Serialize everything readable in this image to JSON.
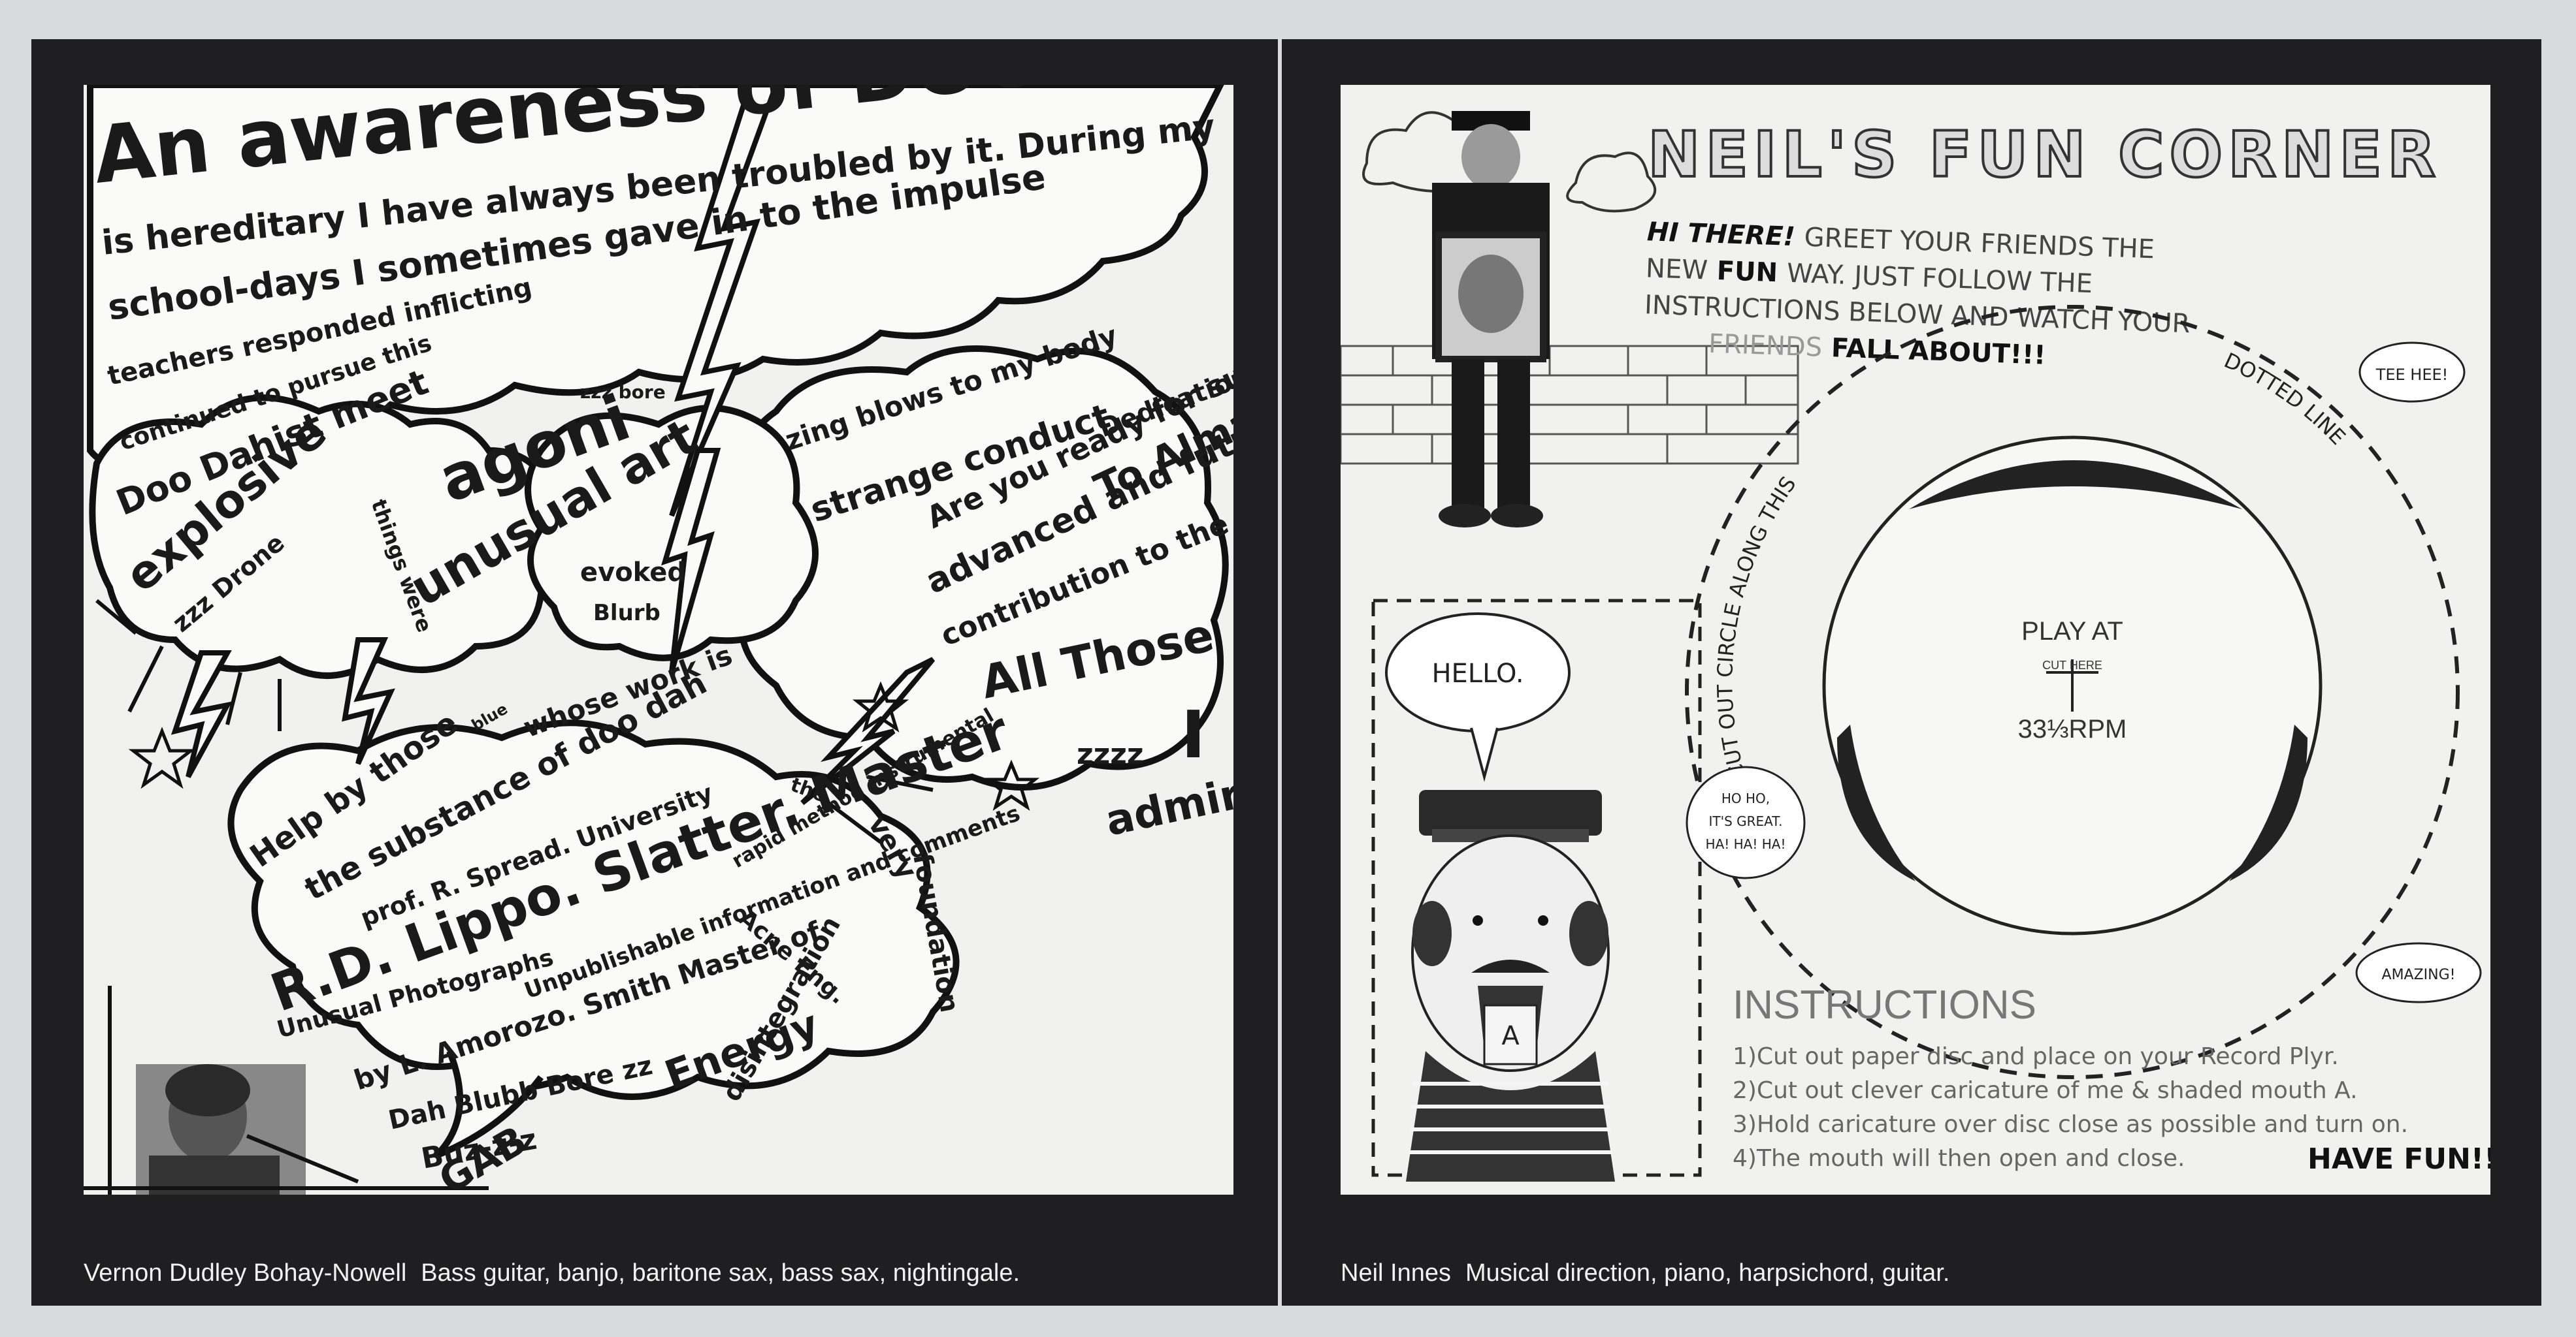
{
  "left_page": {
    "headline_bubble": {
      "lines": [
        "An awareness of DOO DAH",
        "is hereditary I have always been troubled by it. During my",
        "school-days I sometimes gave in to the impulse"
      ]
    },
    "text_fragments": [
      "teachers responded inflicting",
      "continued to pursue this",
      "Doo Dahist meet",
      "explosive",
      "zzz Drone",
      "things were",
      "unusual art",
      "zzz bore",
      "agoni",
      "zing blows to my body",
      "strange conduct",
      "evoked",
      "Blurb",
      "Dedication",
      "To Alma",
      "Are you ready for such an",
      "advanced and futuristic",
      "contribution to the arts?",
      "All Those",
      "zzzz",
      "I",
      "admire",
      "Help by those",
      "blue",
      "whose work is",
      "the substance of doo dah",
      "prof. R. Spread. University",
      "the",
      "very",
      "foundation",
      "R.D. Lippo. Slatter. Master",
      "Acne Eng.",
      "Unusual Photographs",
      "Unpublishable information and comments",
      "by L. Amorozo. Smith Master of",
      "Energy",
      "rapid method instrumental",
      "disintegration",
      "Dah Blubb Bore zz",
      "Buz-z-z",
      "GAB"
    ],
    "caption": {
      "name": "Vernon Dudley Bohay-Nowell",
      "role": "Bass guitar, banjo, baritone sax, bass sax,  nightingale."
    }
  },
  "right_page": {
    "title": "NEIL'S FUN CORNER",
    "greeting_bold": "HI THERE!",
    "greeting_rest_1": "GREET YOUR FRIENDS THE",
    "greeting_rest_2_a": "NEW",
    "greeting_rest_2_b": "FUN",
    "greeting_rest_2_c": "WAY. JUST FOLLOW THE",
    "greeting_rest_3": "INSTRUCTIONS BELOW AND WATCH YOUR",
    "greeting_rest_4_a": "FRIENDS",
    "greeting_rest_4_b": "FALL ABOUT!!!",
    "circle_label_left": "CUT OUT CIRCLE ALONG THIS",
    "circle_label_right": "DOTTED LINE",
    "disc": {
      "play_at": "PLAY AT",
      "cut_here": "CUT HERE",
      "speed": "33⅓RPM"
    },
    "bubbles": {
      "hello": "HELLO.",
      "teehee": "TEE HEE!",
      "hoho": [
        "HO HO,",
        "IT'S GREAT.",
        "HA! HA! HA!"
      ],
      "amazing": "AMAZING!"
    },
    "mouth_label": "A",
    "instructions": {
      "heading": "INSTRUCTIONS",
      "steps": [
        "1)Cut out paper disc and place on your Record Plyr.",
        "2)Cut out clever caricature of me & shaded mouth A.",
        "3)Hold caricature over disc close as possible and turn on.",
        "4)The mouth will then open and close."
      ],
      "closing": "HAVE FUN!!"
    },
    "caption": {
      "name": "Neil Innes",
      "role": "Musical direction, piano, harpsichord, guitar."
    }
  },
  "colors": {
    "ink": "#1a1a1a",
    "paper": "#f1f1ef",
    "cover": "#1f1f21",
    "pencil": "#555555"
  }
}
